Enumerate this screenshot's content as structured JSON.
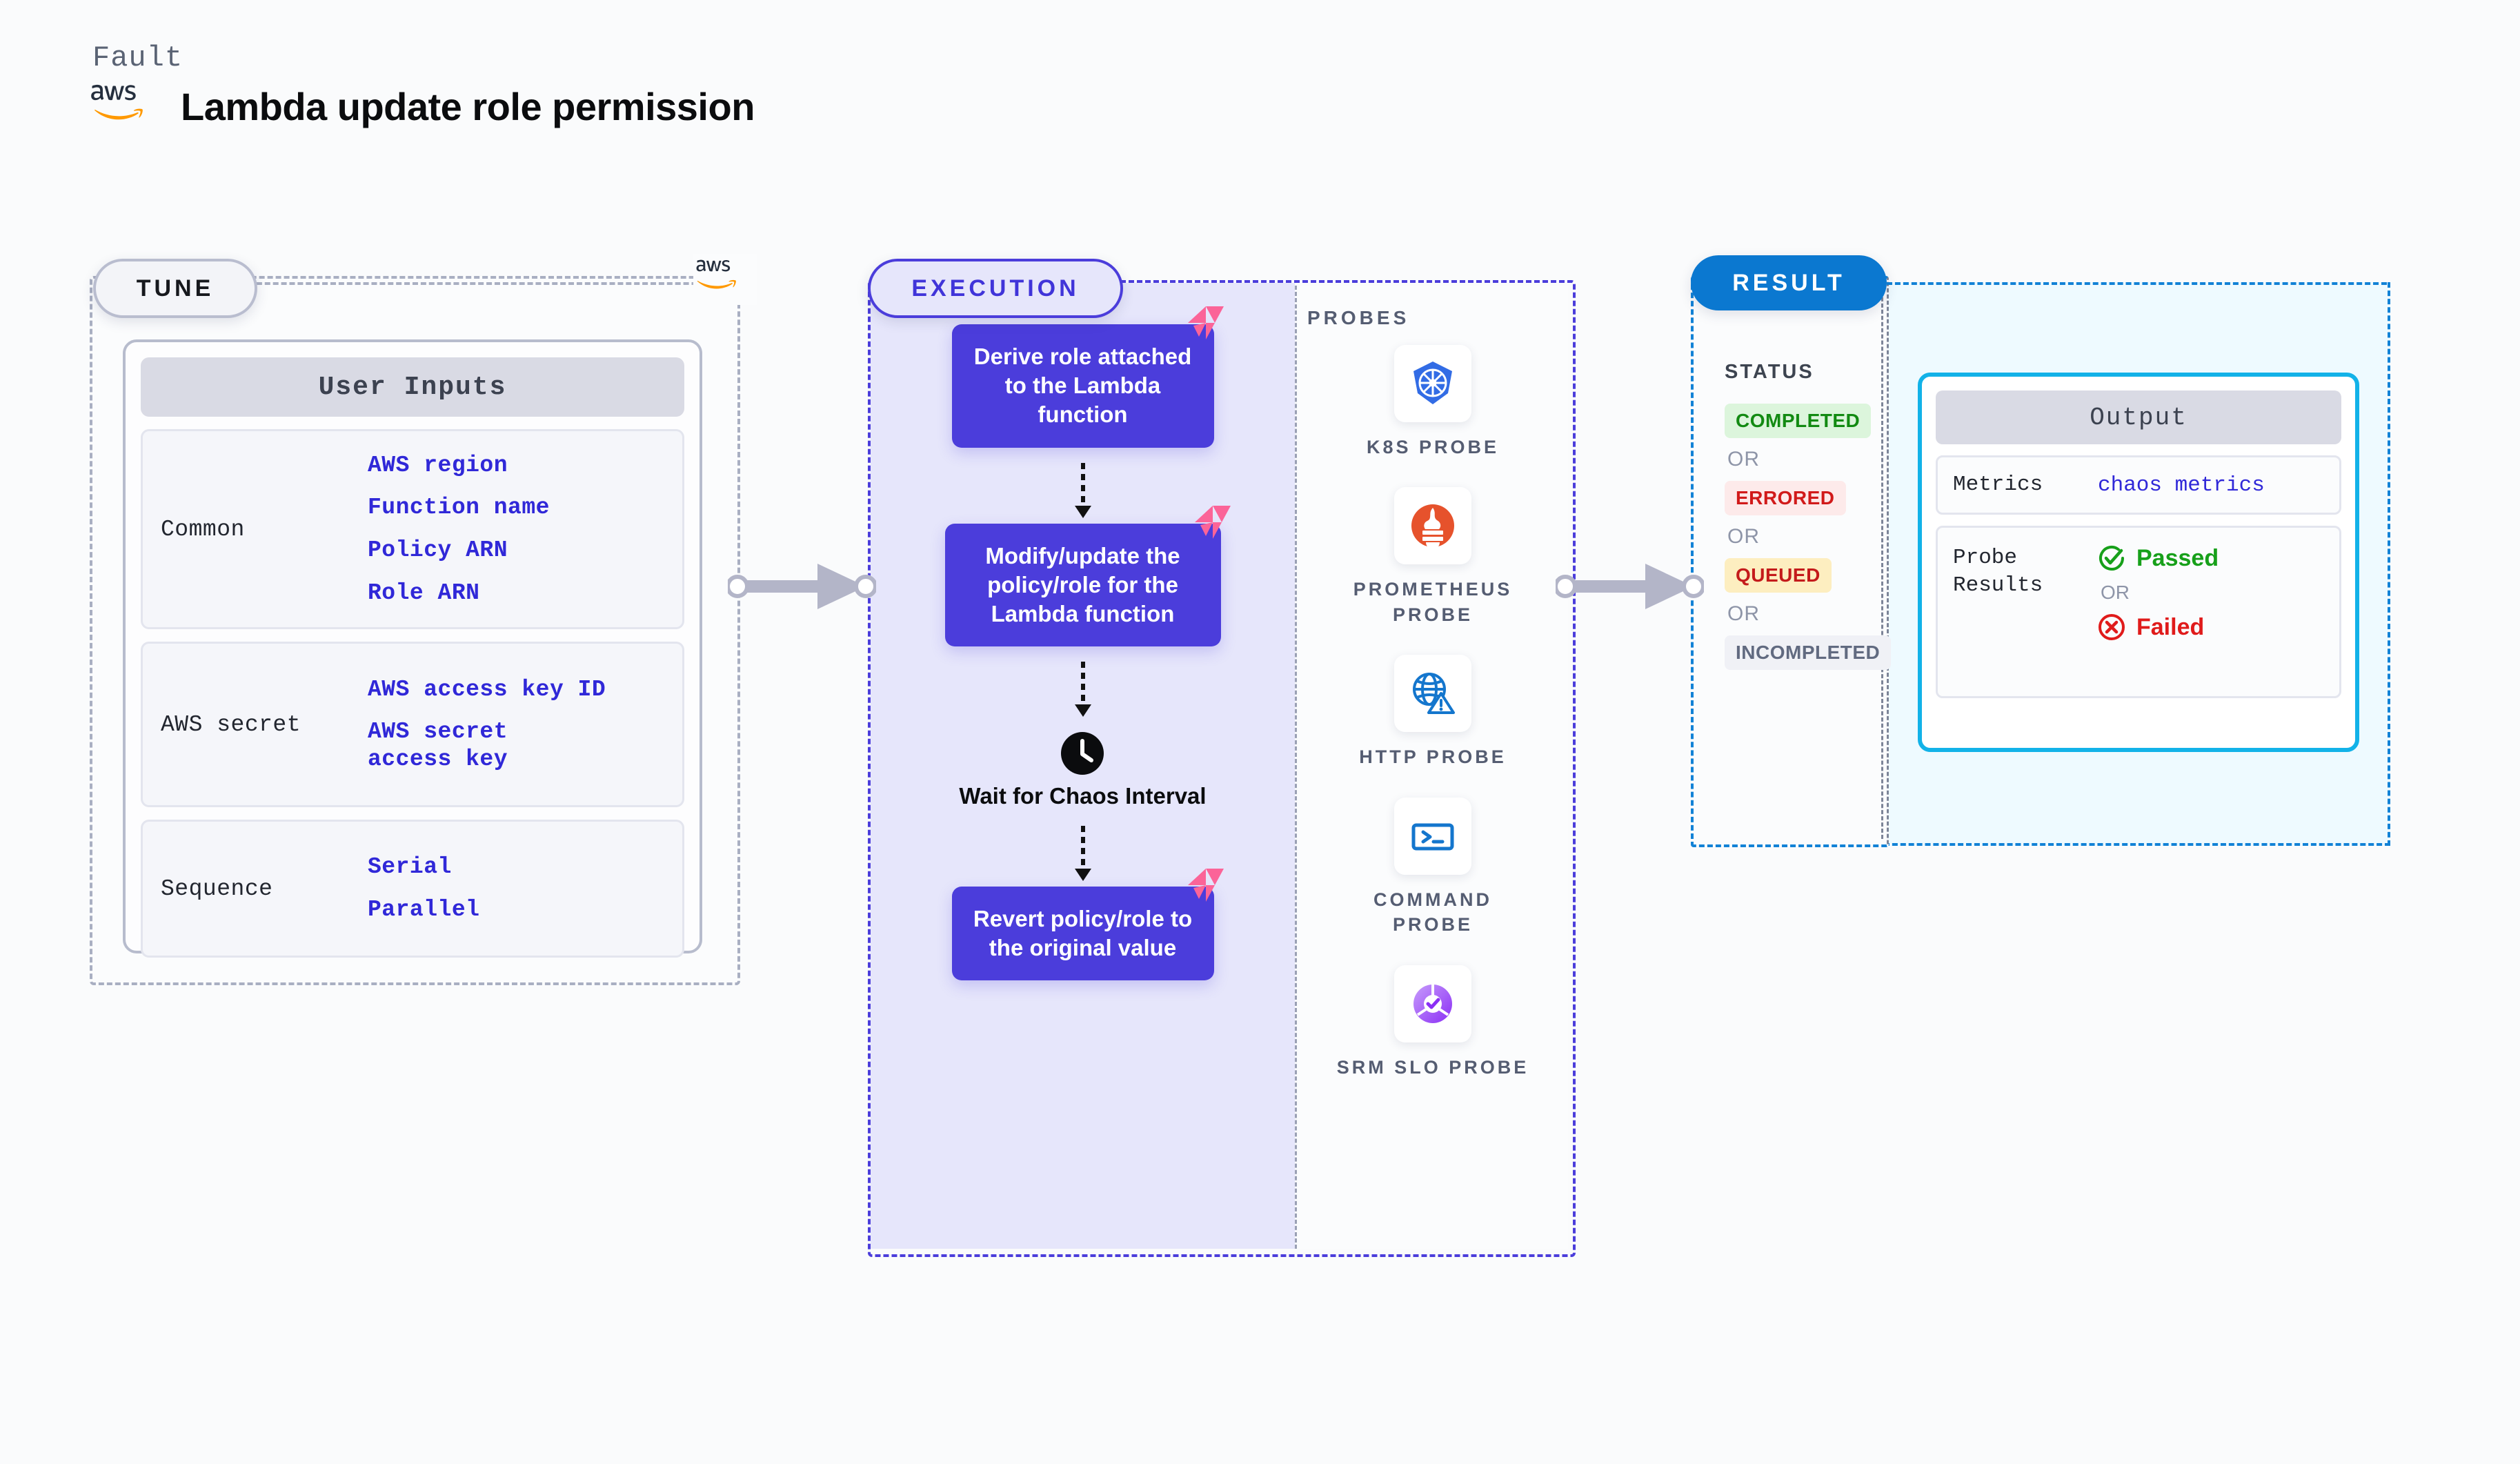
{
  "header": {
    "fault_label": "Fault",
    "title": "Lambda update role permission",
    "logo": "aws-logo"
  },
  "tune": {
    "pill_label": "TUNE",
    "provider_logo": "aws-logo",
    "card_title": "User Inputs",
    "groups": [
      {
        "label": "Common",
        "values": [
          "AWS region",
          "Function name",
          "Policy ARN",
          "Role ARN"
        ]
      },
      {
        "label": "AWS secret",
        "values": [
          "AWS access key ID",
          "AWS secret access key"
        ]
      },
      {
        "label": "Sequence",
        "values": [
          "Serial",
          "Parallel"
        ]
      }
    ]
  },
  "execution": {
    "pill_label": "EXECUTION",
    "steps": [
      {
        "type": "box",
        "label": "Derive role attached to the Lambda function",
        "badge": "litmus-chaos-icon"
      },
      {
        "type": "box",
        "label": "Modify/update the policy/role for the Lambda function",
        "badge": "litmus-chaos-icon"
      },
      {
        "type": "wait",
        "label": "Wait for Chaos Interval",
        "icon": "clock-icon"
      },
      {
        "type": "box",
        "label": "Revert policy/role to the original value",
        "badge": "litmus-chaos-icon"
      }
    ]
  },
  "probes": {
    "section_label": "PROBES",
    "items": [
      {
        "name": "K8S PROBE",
        "icon": "kubernetes-icon"
      },
      {
        "name": "PROMETHEUS PROBE",
        "icon": "prometheus-icon"
      },
      {
        "name": "HTTP PROBE",
        "icon": "http-globe-warning-icon"
      },
      {
        "name": "COMMAND PROBE",
        "icon": "terminal-icon"
      },
      {
        "name": "SRM SLO PROBE",
        "icon": "srm-slo-icon"
      }
    ]
  },
  "result": {
    "pill_label": "RESULT",
    "status_label": "STATUS",
    "or_label": "OR",
    "statuses": [
      {
        "label": "COMPLETED",
        "bg": "#dcf5dc",
        "fg": "#128a12"
      },
      {
        "label": "ERRORED",
        "bg": "#fdeaea",
        "fg": "#d11a1a"
      },
      {
        "label": "QUEUED",
        "bg": "#fdeec0",
        "fg": "#c41b1b"
      },
      {
        "label": "INCOMPLETED",
        "bg": "#f0f1f6",
        "fg": "#616a80"
      }
    ],
    "output": {
      "title": "Output",
      "rows": [
        {
          "label": "Metrics",
          "value": "chaos metrics"
        }
      ],
      "probe_results_label": "Probe Results",
      "passed_label": "Passed",
      "failed_label": "Failed",
      "or_label": "OR"
    }
  },
  "colors": {
    "accent_purple": "#4b3ddb",
    "accent_blue": "#0b78d0",
    "accent_cyan": "#12b2e8",
    "link_blue": "#3028d8",
    "aws_orange": "#ff9900",
    "litmus_pink": "#fb6498",
    "pass_green": "#17a01a",
    "fail_red": "#e01b1b"
  }
}
